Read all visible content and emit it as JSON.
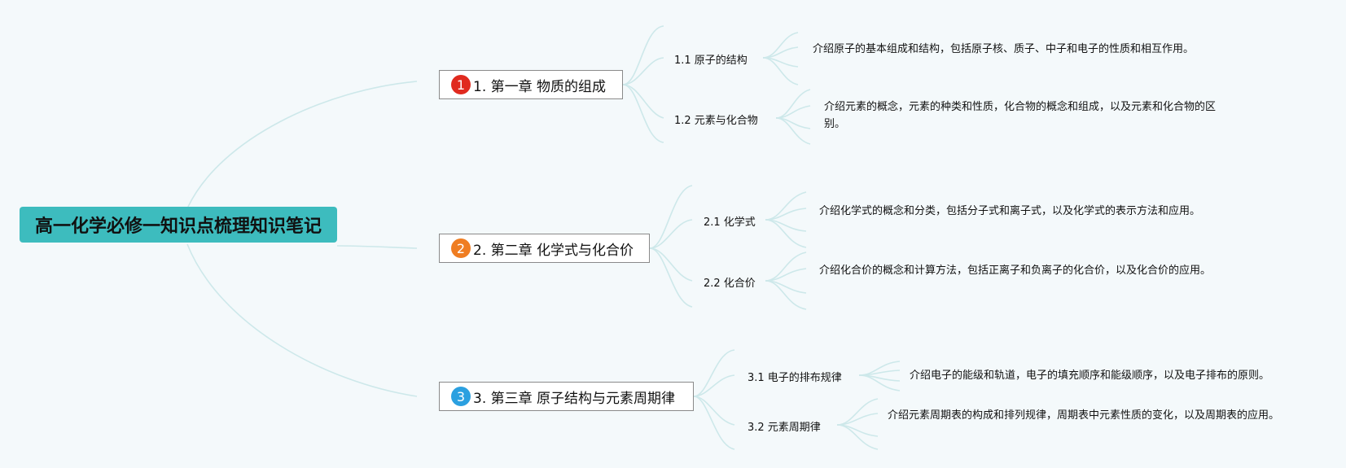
{
  "root": {
    "title": "高一化学必修一知识点梳理知识笔记"
  },
  "colors": {
    "root_bg": "#3dbcbe",
    "link": "#cde8ea",
    "badge1": "#e02a1f",
    "badge2": "#ef7d22",
    "badge3": "#2ba0e0"
  },
  "chapters": [
    {
      "badge": "1",
      "title": "1. 第一章 物质的组成",
      "sections": [
        {
          "label": "1.1 原子的结构",
          "desc": "介绍原子的基本组成和结构，包括原子核、质子、中子和电子的性质和相互作用。"
        },
        {
          "label": "1.2 元素与化合物",
          "desc": "介绍元素的概念，元素的种类和性质，化合物的概念和组成，以及元素和化合物的区别。"
        }
      ]
    },
    {
      "badge": "2",
      "title": "2. 第二章 化学式与化合价",
      "sections": [
        {
          "label": "2.1 化学式",
          "desc": "介绍化学式的概念和分类，包括分子式和离子式，以及化学式的表示方法和应用。"
        },
        {
          "label": "2.2 化合价",
          "desc": "介绍化合价的概念和计算方法，包括正离子和负离子的化合价，以及化合价的应用。"
        }
      ]
    },
    {
      "badge": "3",
      "title": "3. 第三章 原子结构与元素周期律",
      "sections": [
        {
          "label": "3.1 电子的排布规律",
          "desc": "介绍电子的能级和轨道，电子的填充顺序和能级顺序，以及电子排布的原则。"
        },
        {
          "label": "3.2 元素周期律",
          "desc": "介绍元素周期表的构成和排列规律，周期表中元素性质的变化，以及周期表的应用。"
        }
      ]
    }
  ]
}
